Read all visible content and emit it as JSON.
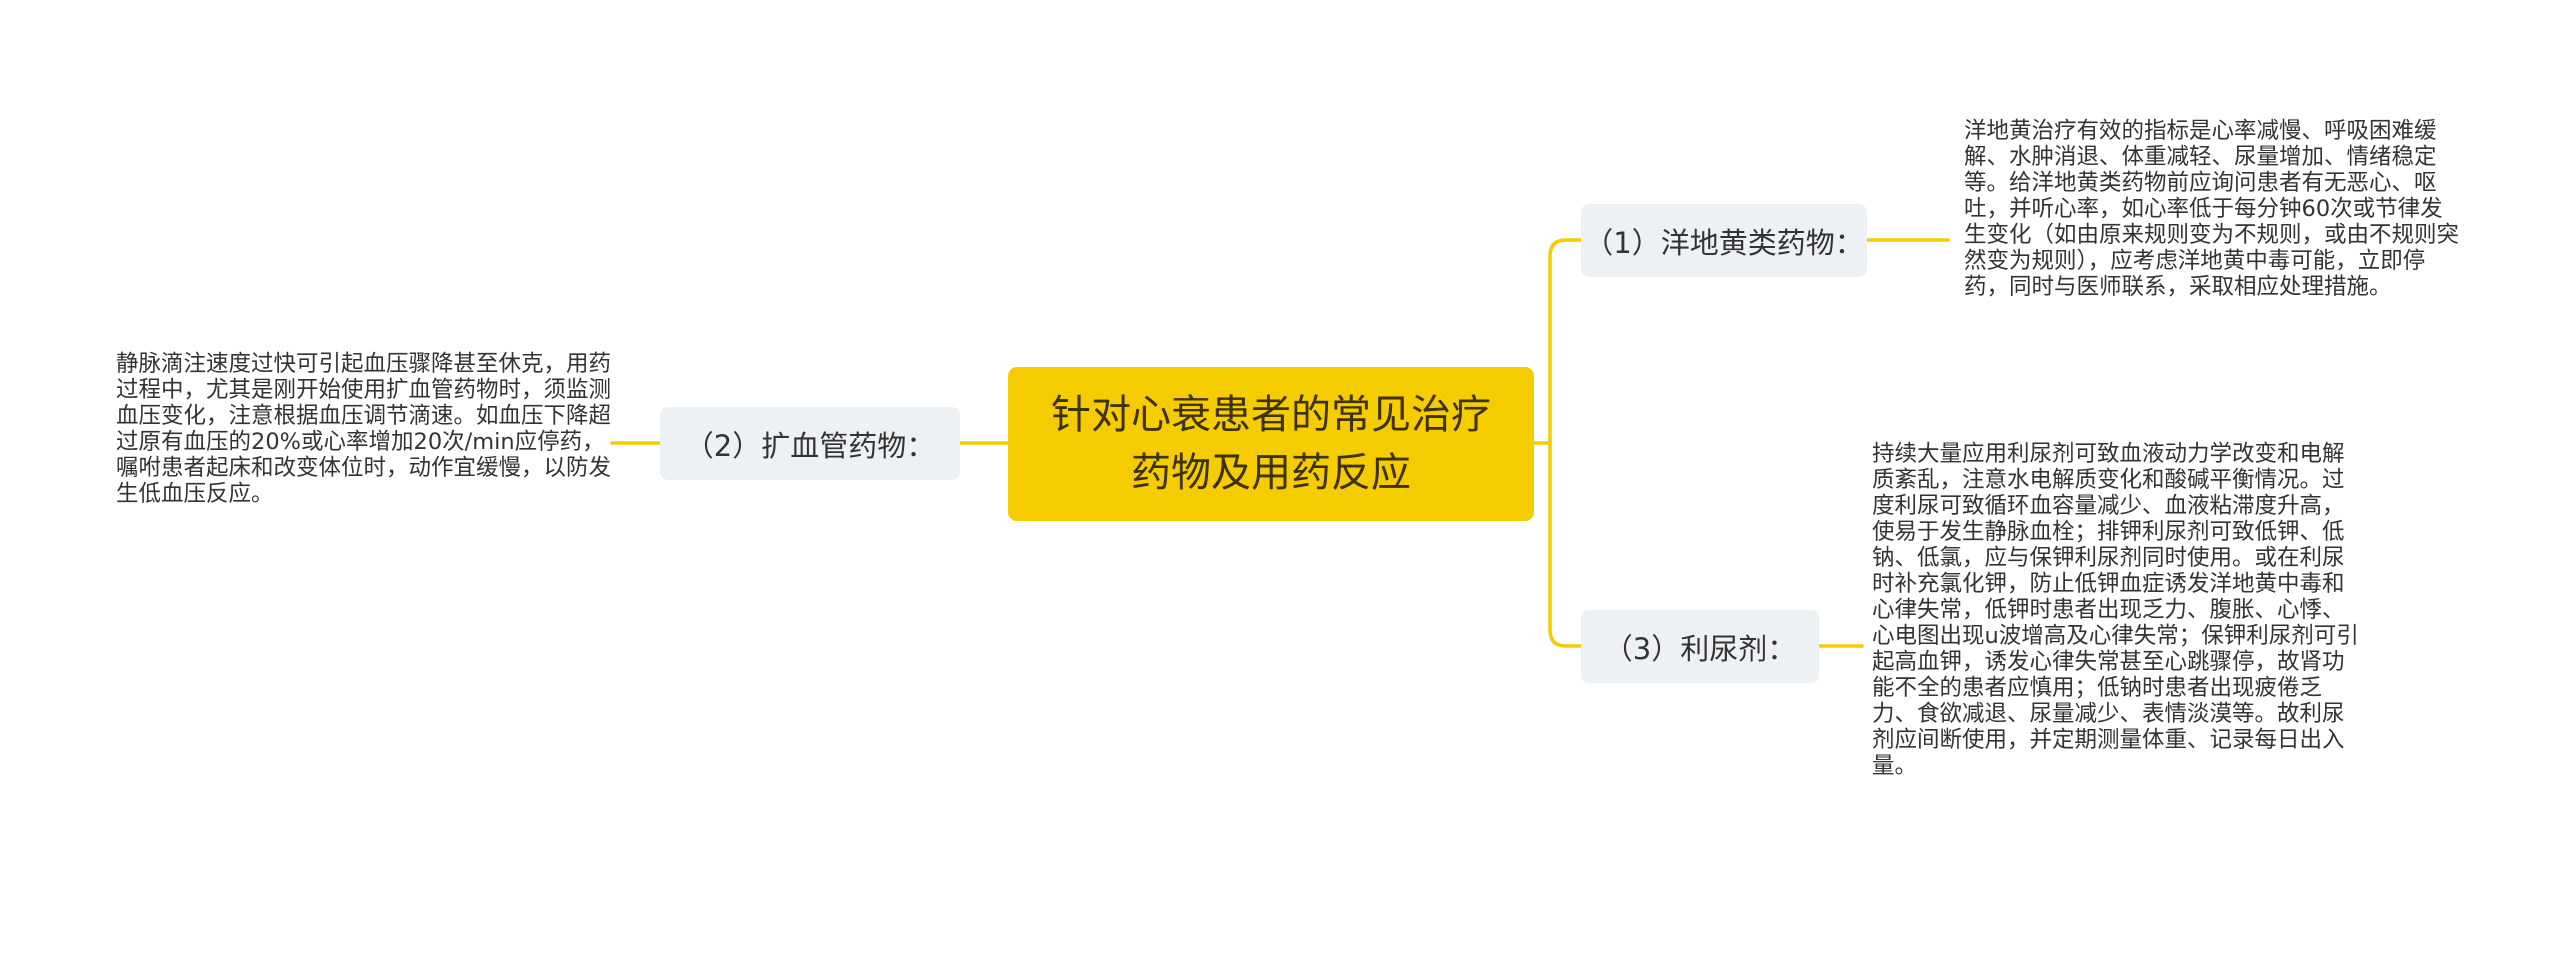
{
  "root": {
    "title": "针对心衰患者的常见治疗药物及用药反应"
  },
  "branches": [
    {
      "label": "（1）洋地黄类药物：",
      "detail": "洋地黄治疗有效的指标是心率减慢、呼吸困难缓解、水肿消退、体重减轻、尿量增加、情绪稳定等。给洋地黄类药物前应询问患者有无恶心、呕吐，并听心率，如心率低于每分钟60次或节律发生变化（如由原来规则变为不规则，或由不规则突然变为规则），应考虑洋地黄中毒可能，立即停药，同时与医师联系，采取相应处理措施。"
    },
    {
      "label": "（2）扩血管药物：",
      "detail": "静脉滴注速度过快可引起血压骤降甚至休克，用药过程中，尤其是刚开始使用扩血管药物时，须监测血压变化，注意根据血压调节滴速。如血压下降超过原有血压的20%或心率增加20次/min应停药，嘱咐患者起床和改变体位时，动作宜缓慢，以防发生低血压反应。"
    },
    {
      "label": "（3）利尿剂：",
      "detail": "持续大量应用利尿剂可致血液动力学改变和电解质紊乱，注意水电解质变化和酸碱平衡情况。过度利尿可致循环血容量减少、血液粘滞度升高，使易于发生静脉血栓；排钾利尿剂可致低钾、低钠、低氯，应与保钾利尿剂同时使用。或在利尿时补充氯化钾，防止低钾血症诱发洋地黄中毒和心律失常，低钾时患者出现乏力、腹胀、心悸、心电图出现u波增高及心律失常；保钾利尿剂可引起高血钾，诱发心律失常甚至心跳骤停，故肾功能不全的患者应慎用；低钠时患者出现疲倦乏力、食欲减退、尿量减少、表情淡漠等。故利尿剂应间断使用，并定期测量体重、记录每日出入量。"
    }
  ],
  "colors": {
    "root_fill": "#F5CC00",
    "connector": "#F5CC00",
    "branch_fill": "#EEF1F4",
    "text": "#333333"
  }
}
